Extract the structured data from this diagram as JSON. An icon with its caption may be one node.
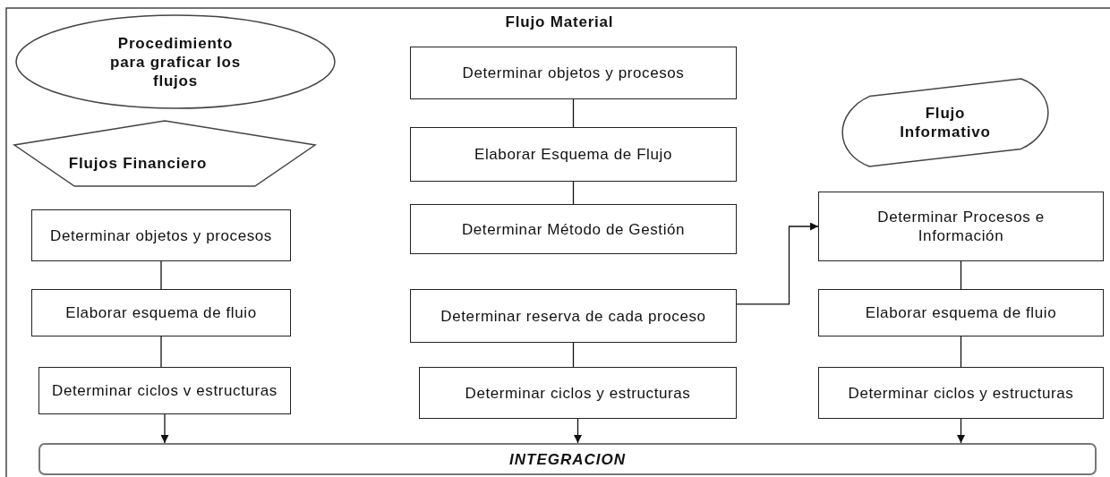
{
  "diagram": {
    "title": "Flujo Material",
    "nodes": [
      {
        "text": [
          "Procedimiento para graficar los flujos"
        ]
      },
      {
        "text": [
          "Flujos Financiero"
        ]
      },
      {
        "text": [
          "Determinar objetos y procesos"
        ]
      },
      {
        "text": [
          "Elaborar esquema de fluio"
        ]
      },
      {
        "text": [
          "Determinar ciclos v estructuras"
        ]
      },
      {
        "text": [
          "INTEGRACION"
        ]
      },
      {
        "text": [
          "Determinar objetos y procesos"
        ]
      },
      {
        "text": [
          "Elaborar Esquema de Flujo"
        ]
      },
      {
        "text": [
          "Determinar Método de Gestión"
        ]
      },
      {
        "text": [
          "Determinar reserva de cada proceso"
        ]
      },
      {
        "text": [
          "Determinar ciclos y estructuras"
        ]
      },
      {
        "text": [
          "Flujo Informativo"
        ]
      },
      {
        "text": [
          "Determinar Procesos e Información"
        ]
      },
      {
        "text": [
          "Elaborar esquema de fluio"
        ]
      },
      {
        "text": [
          "Determinar ciclos y estructuras"
        ]
      }
    ],
    "edges": [
      {
        "from": 2,
        "to": 3,
        "arrow": "none"
      },
      {
        "from": 3,
        "to": 4,
        "arrow": "none"
      },
      {
        "from": 4,
        "to": 5,
        "arrow": "to"
      },
      {
        "from": 6,
        "to": 7,
        "arrow": "none"
      },
      {
        "from": 7,
        "to": 8,
        "arrow": "none"
      },
      {
        "from": 9,
        "to": 10,
        "arrow": "none"
      },
      {
        "from": 10,
        "to": 5,
        "arrow": "to"
      },
      {
        "from": 9,
        "to": 12,
        "arrow": "to"
      },
      {
        "from": 12,
        "to": 13,
        "arrow": "none"
      },
      {
        "from": 13,
        "to": 14,
        "arrow": "none"
      },
      {
        "from": 14,
        "to": 5,
        "arrow": "to"
      }
    ]
  }
}
